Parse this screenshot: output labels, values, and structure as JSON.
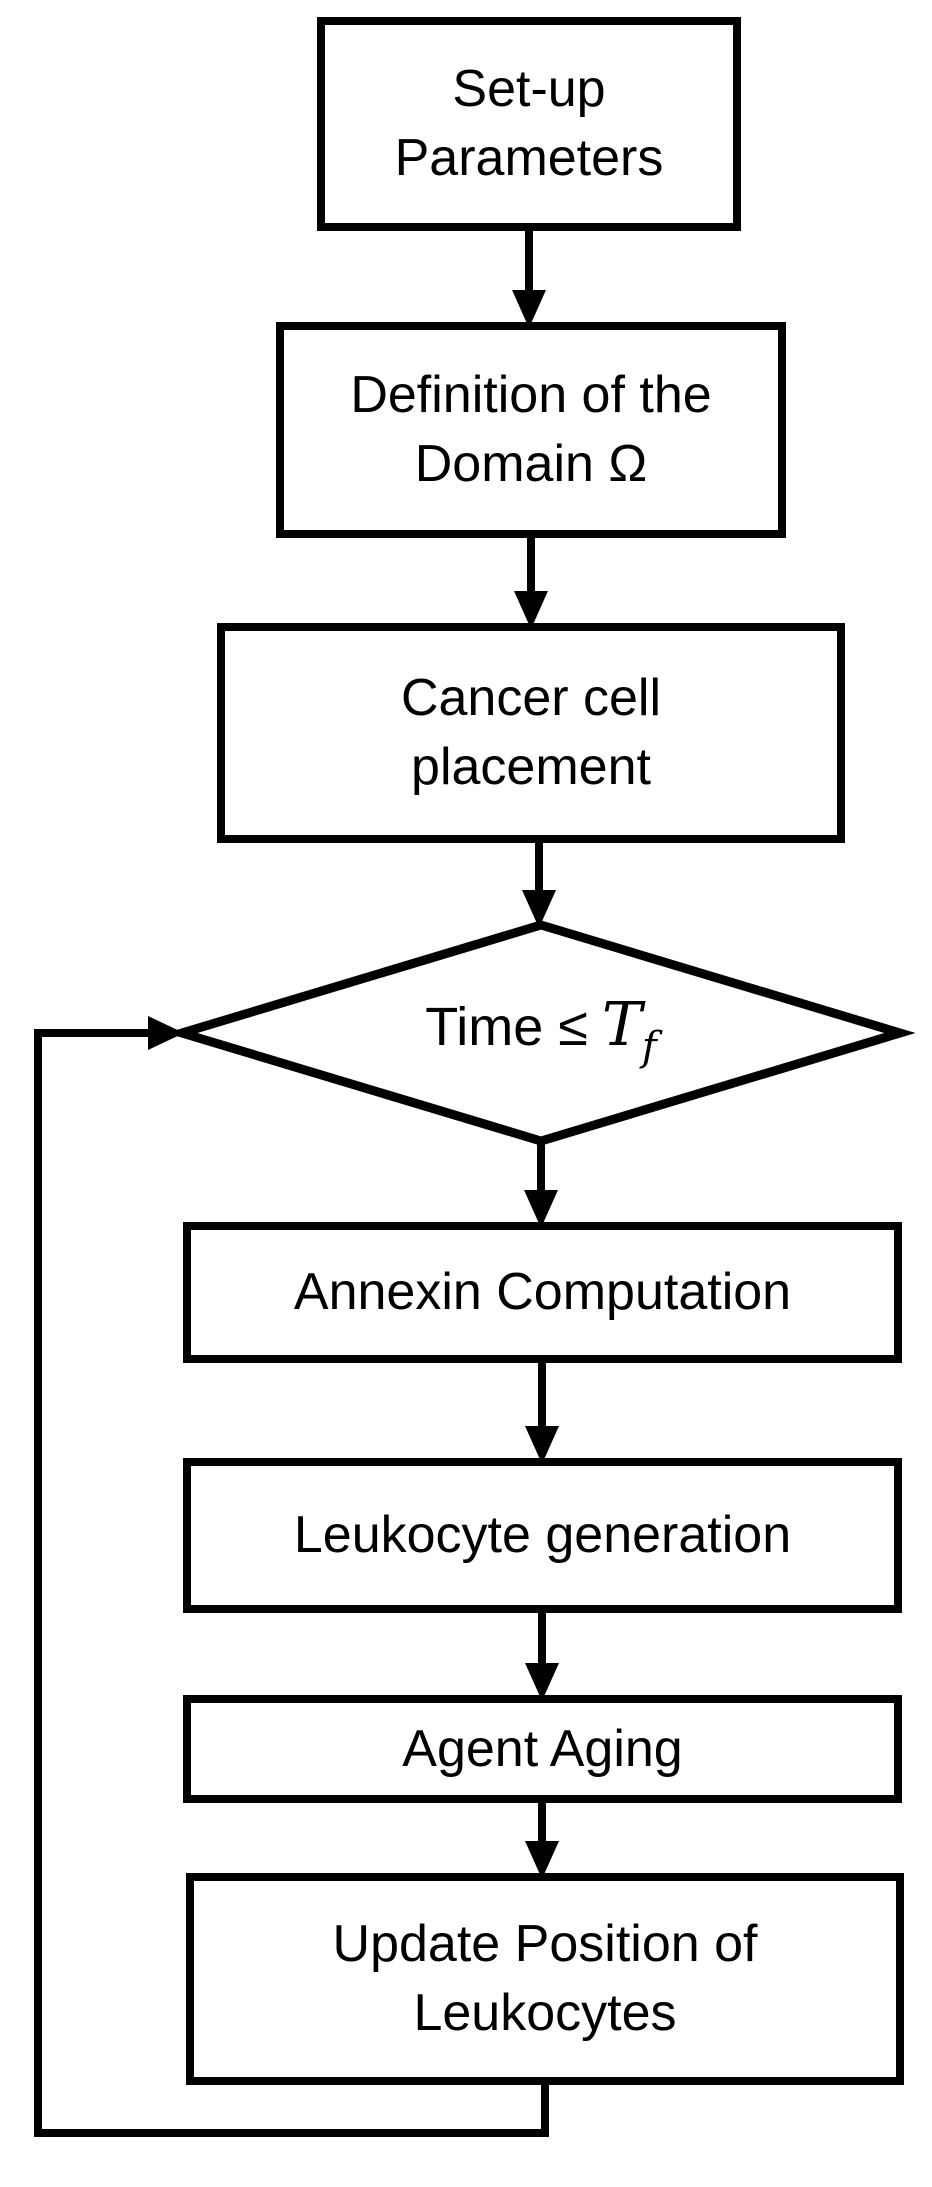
{
  "diagram": {
    "type": "flowchart",
    "background_color": "#ffffff",
    "stroke_color": "#000000",
    "nodes": [
      {
        "id": "setup-parameters",
        "shape": "rect",
        "lines": [
          "Set-up",
          "Parameters"
        ]
      },
      {
        "id": "domain-definition",
        "shape": "rect",
        "lines": [
          "Definition of the",
          "Domain Ω"
        ]
      },
      {
        "id": "cancer-cell-placement",
        "shape": "rect",
        "lines": [
          "Cancer cell",
          "placement"
        ]
      },
      {
        "id": "time-check",
        "shape": "diamond",
        "prefix": "Time ≤",
        "var": "T",
        "subscript": "f"
      },
      {
        "id": "annexin-computation",
        "shape": "rect",
        "lines": [
          "Annexin Computation"
        ]
      },
      {
        "id": "leukocyte-generation",
        "shape": "rect",
        "lines": [
          "Leukocyte generation"
        ]
      },
      {
        "id": "agent-aging",
        "shape": "rect",
        "lines": [
          "Agent Aging"
        ]
      },
      {
        "id": "update-position",
        "shape": "rect",
        "lines": [
          "Update Position of",
          "Leukocytes"
        ]
      }
    ],
    "edges": [
      {
        "from": "setup-parameters",
        "to": "domain-definition",
        "kind": "arrow-down"
      },
      {
        "from": "domain-definition",
        "to": "cancer-cell-placement",
        "kind": "arrow-down"
      },
      {
        "from": "cancer-cell-placement",
        "to": "time-check",
        "kind": "arrow-down"
      },
      {
        "from": "time-check",
        "to": "annexin-computation",
        "kind": "arrow-down"
      },
      {
        "from": "annexin-computation",
        "to": "leukocyte-generation",
        "kind": "arrow-down"
      },
      {
        "from": "leukocyte-generation",
        "to": "agent-aging",
        "kind": "arrow-down"
      },
      {
        "from": "agent-aging",
        "to": "update-position",
        "kind": "arrow-down"
      },
      {
        "from": "update-position",
        "to": "time-check",
        "kind": "loop-back-left"
      }
    ]
  }
}
